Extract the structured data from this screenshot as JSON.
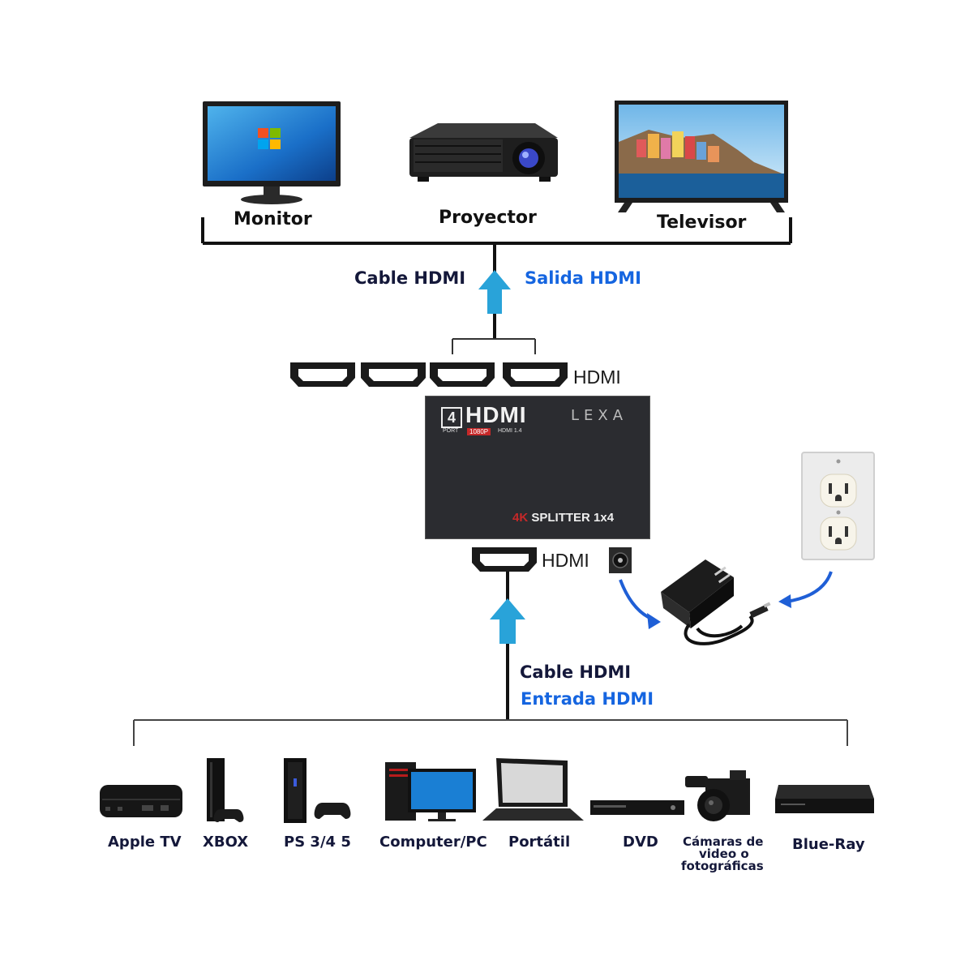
{
  "outputs": {
    "monitor": "Monitor",
    "projector": "Proyector",
    "tv": "Televisor"
  },
  "output_link": {
    "cable": "Cable HDMI",
    "direction": "Salida HDMI"
  },
  "ports_label_top": "HDMI",
  "device": {
    "badge_number": "4",
    "badge_port": "PORT",
    "logo": "HDMI",
    "res": "1080P",
    "ver": "HDMI 1.4",
    "brand": "LEXA",
    "model_4k": "4K",
    "model_text": "SPLITTER 1x4"
  },
  "ports_label_bottom": "HDMI",
  "input_link": {
    "cable": "Cable HDMI",
    "direction": "Entrada HDMI"
  },
  "sources": [
    "Apple TV",
    "XBOX",
    "PS 3/4 5",
    "Computer/PC",
    "Portátil",
    "DVD",
    "Cámaras de",
    "video o",
    "fotográficas",
    "Blue-Ray"
  ],
  "colors": {
    "navy": "#14183a",
    "blue": "#1565e0",
    "arrow": "#29a3d9"
  }
}
